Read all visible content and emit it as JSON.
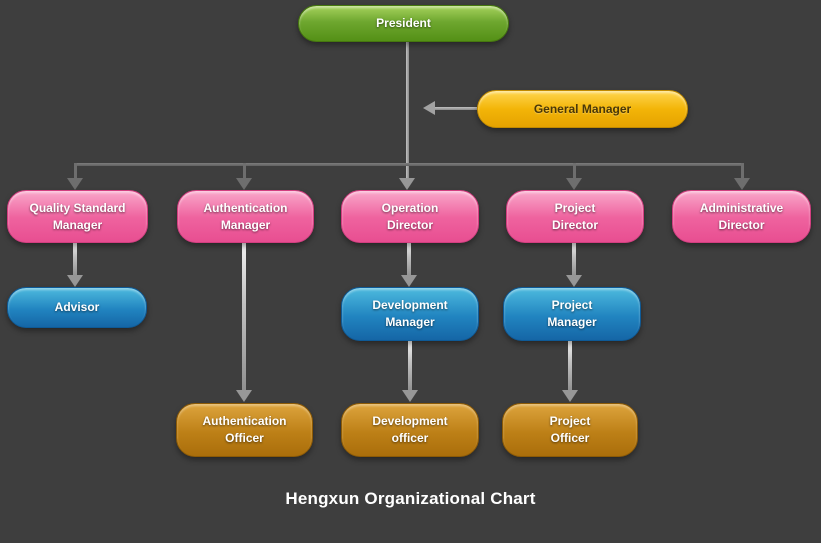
{
  "title": "Hengxun Organizational Chart",
  "nodes": {
    "president": {
      "label": "President",
      "color": "green"
    },
    "general_manager": {
      "label": "General Manager",
      "color": "gold"
    },
    "quality_standard_manager": {
      "label": "Quality Standard\nManager",
      "color": "pink"
    },
    "authentication_manager": {
      "label": "Authentication\nManager",
      "color": "pink"
    },
    "operation_director": {
      "label": "Operation\nDirector",
      "color": "pink"
    },
    "project_director": {
      "label": "Project\nDirector",
      "color": "pink"
    },
    "administrative_director": {
      "label": "Administrative\nDirector",
      "color": "pink"
    },
    "advisor": {
      "label": "Advisor",
      "color": "blue"
    },
    "development_manager": {
      "label": "Development\nManager",
      "color": "blue"
    },
    "project_manager": {
      "label": "Project\nManager",
      "color": "blue"
    },
    "authentication_officer": {
      "label": "Authentication\nOfficer",
      "color": "orange"
    },
    "development_officer": {
      "label": "Development\nofficer",
      "color": "orange"
    },
    "project_officer": {
      "label": "Project\nOfficer",
      "color": "orange"
    }
  },
  "edges": [
    {
      "from": "general_manager",
      "to": "president",
      "style": "left-arrow"
    },
    {
      "from": "president",
      "to": "quality_standard_manager"
    },
    {
      "from": "president",
      "to": "authentication_manager"
    },
    {
      "from": "president",
      "to": "operation_director"
    },
    {
      "from": "president",
      "to": "project_director"
    },
    {
      "from": "president",
      "to": "administrative_director"
    },
    {
      "from": "quality_standard_manager",
      "to": "advisor"
    },
    {
      "from": "authentication_manager",
      "to": "authentication_officer"
    },
    {
      "from": "operation_director",
      "to": "development_manager"
    },
    {
      "from": "development_manager",
      "to": "development_officer"
    },
    {
      "from": "project_director",
      "to": "project_manager"
    },
    {
      "from": "project_manager",
      "to": "project_officer"
    }
  ],
  "colors": {
    "background": "#3e3e3e",
    "president_green": "#68a32a",
    "manager_gold": "#f1b307",
    "director_pink": "#ed5e9b",
    "manager_blue": "#1e7fba",
    "officer_orange": "#bd8017",
    "connector_gray": "#6e6e6e",
    "title_text": "#ffffff"
  }
}
